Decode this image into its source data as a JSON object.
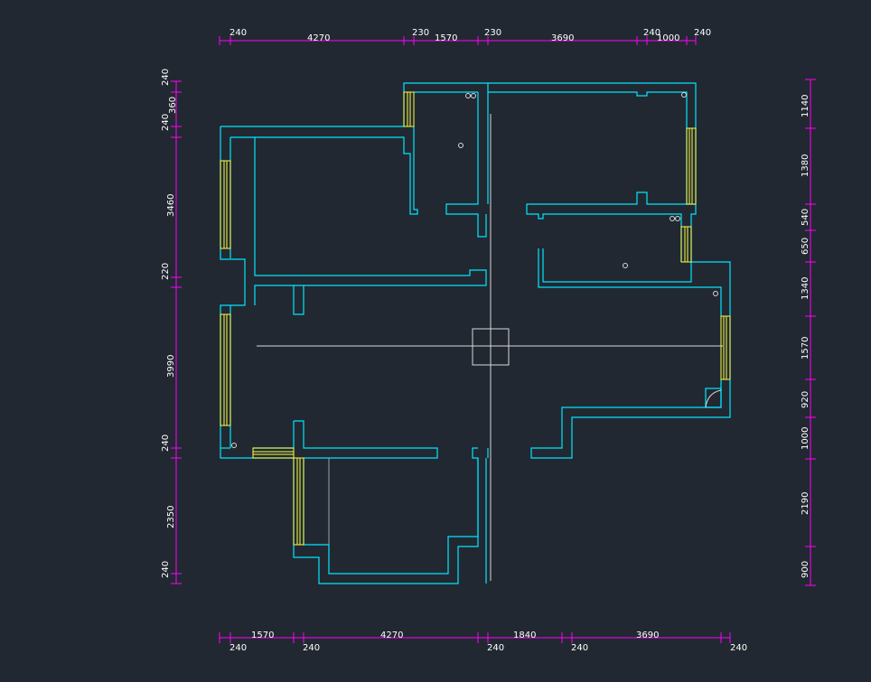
{
  "dimensions": {
    "top": [
      "240",
      "4270",
      "230",
      "1570",
      "230",
      "3690",
      "240",
      "1000",
      "240"
    ],
    "bottom_upper": [
      "1570",
      "4270",
      "1840",
      "3690"
    ],
    "bottom_lower": [
      "240",
      "240",
      "240",
      "240",
      "240"
    ],
    "left": [
      "240",
      "360",
      "240",
      "3460",
      "220",
      "3990",
      "240",
      "2350",
      "240"
    ],
    "right": [
      "1140",
      "1380",
      "540",
      "650",
      "1340",
      "1570",
      "920",
      "1000",
      "2190",
      "900"
    ]
  },
  "colors": {
    "background": "#222831",
    "dimension": "#ff00ff",
    "wall": "#00e5ff",
    "window": "#ffff44"
  }
}
